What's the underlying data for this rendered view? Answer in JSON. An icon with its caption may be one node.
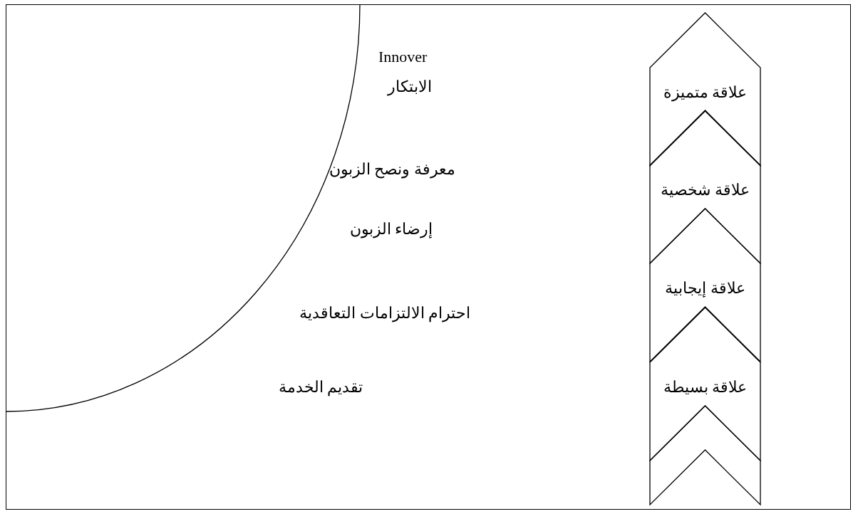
{
  "diagram": {
    "nodes": [
      {
        "text": [
          "علاقة متميزة"
        ]
      },
      {
        "text": [
          "علاقة شخصية"
        ]
      },
      {
        "text": [
          "علاقة إيجابية"
        ]
      },
      {
        "text": [
          "علاقة بسيطة"
        ]
      },
      {
        "text": [],
        "shape": "chevron"
      }
    ],
    "labels": [
      "Innover",
      "الابتكار",
      "معرفة ونصح الزبون",
      "إرضاء الزبون",
      "احترام الالتزامات التعاقدية",
      "تقديم الخدمة"
    ]
  }
}
